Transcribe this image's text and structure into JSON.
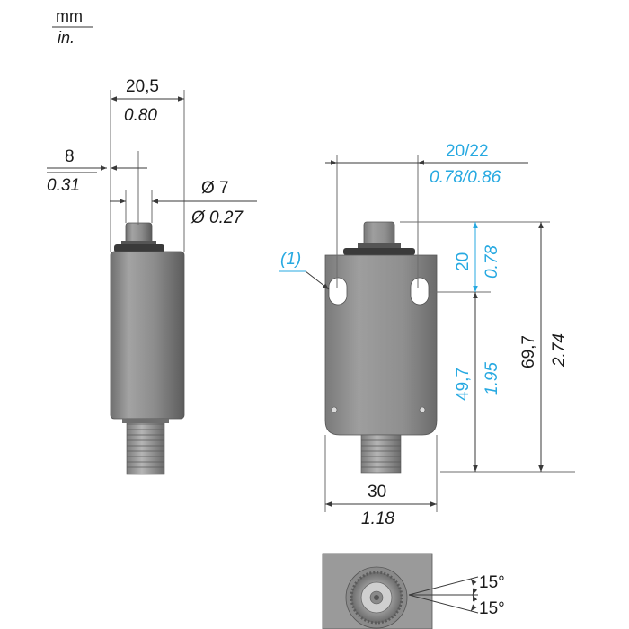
{
  "units": {
    "primary": "mm",
    "secondary": "in."
  },
  "side_view": {
    "width_mm": "20,5",
    "width_in": "0.80",
    "offset_mm": "8",
    "offset_in": "0.31",
    "plunger_diam_mm": "Ø 7",
    "plunger_diam_in": "Ø  0.27"
  },
  "front_view": {
    "callout": "(1)",
    "hole_spacing_mm": "20/22",
    "hole_spacing_in": "0.78/0.86",
    "top_height_mm": "20",
    "top_height_in": "0.78",
    "body_height_mm": "49,7",
    "body_height_in": "1.95",
    "total_height_mm": "69,7",
    "total_height_in": "2.74",
    "width_mm": "30",
    "width_in": "1.18"
  },
  "bottom_view": {
    "angle_upper": "15°",
    "angle_lower": "15°"
  },
  "colors": {
    "accent": "#27a9e1",
    "body": "#8a8a8a",
    "line": "#3a3a3a"
  }
}
